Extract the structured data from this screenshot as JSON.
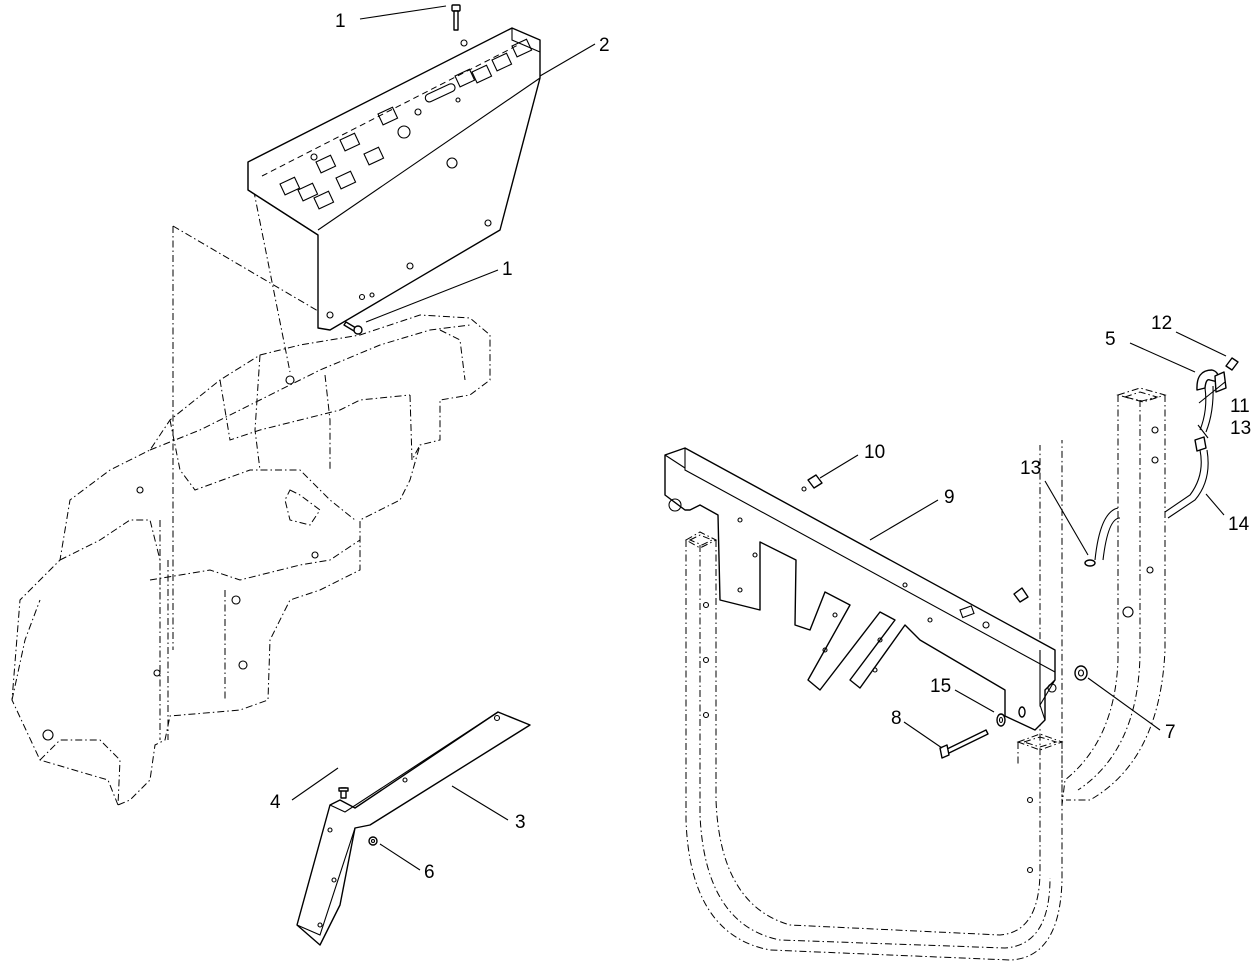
{
  "diagram": {
    "callouts": [
      {
        "id": "c1a",
        "text": "1"
      },
      {
        "id": "c2",
        "text": "2"
      },
      {
        "id": "c1b",
        "text": "1"
      },
      {
        "id": "c3",
        "text": "3"
      },
      {
        "id": "c4",
        "text": "4"
      },
      {
        "id": "c6",
        "text": "6"
      },
      {
        "id": "c5",
        "text": "5"
      },
      {
        "id": "c12",
        "text": "12"
      },
      {
        "id": "c11",
        "text": "11"
      },
      {
        "id": "c13a",
        "text": "13"
      },
      {
        "id": "c13b",
        "text": "13"
      },
      {
        "id": "c14",
        "text": "14"
      },
      {
        "id": "c10",
        "text": "10"
      },
      {
        "id": "c9",
        "text": "9"
      },
      {
        "id": "c7",
        "text": "7"
      },
      {
        "id": "c15",
        "text": "15"
      },
      {
        "id": "c8",
        "text": "8"
      }
    ],
    "line_color": "#000000",
    "background": "#ffffff"
  }
}
